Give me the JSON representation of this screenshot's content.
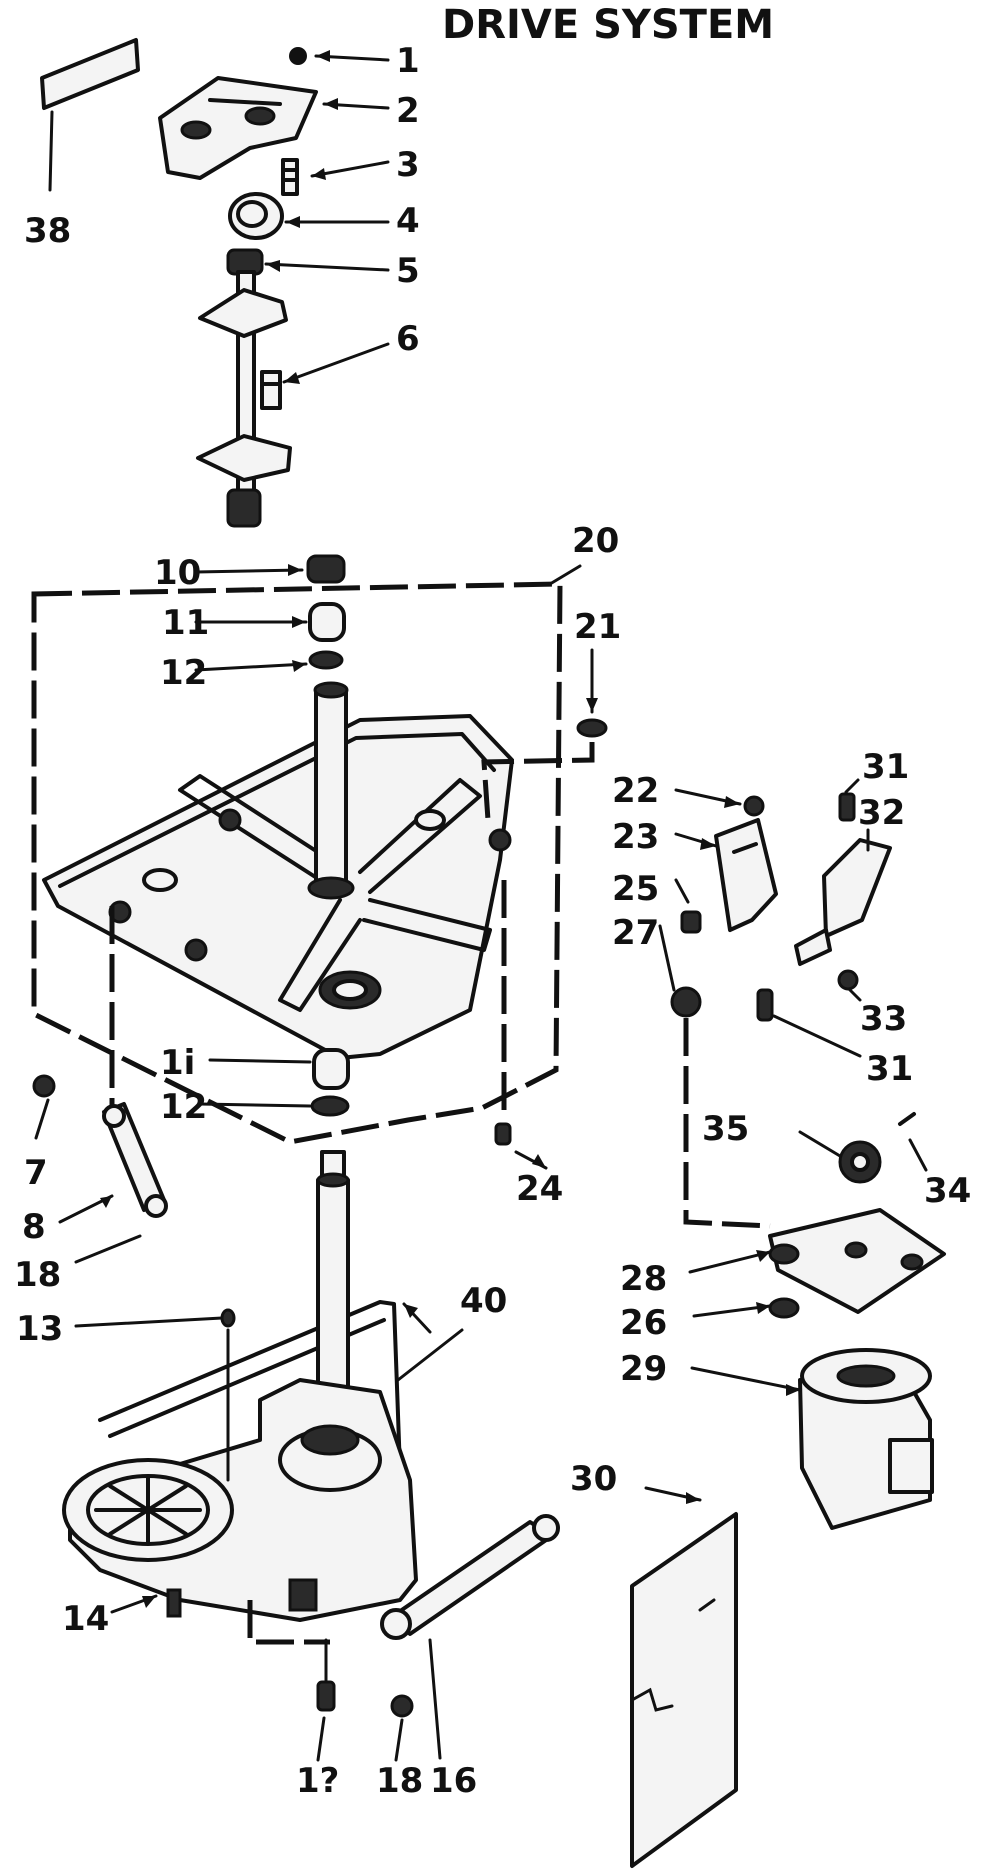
{
  "title": "DRIVE SYSTEM",
  "labels": {
    "p1": "1",
    "p2": "2",
    "p3": "3",
    "p4": "4",
    "p5": "5",
    "p6": "6",
    "p7": "7",
    "p8": "8",
    "p10": "10",
    "p11a": "11",
    "p11b": "1i",
    "p12a": "12",
    "p12b": "12",
    "p12c": "1?",
    "p13": "13",
    "p14": "14",
    "p16": "16",
    "p18a": "18",
    "p18b": "18",
    "p20": "20",
    "p21": "21",
    "p22": "22",
    "p23": "23",
    "p24": "24",
    "p25": "25",
    "p26": "26",
    "p27": "27",
    "p28": "28",
    "p29": "29",
    "p30": "30",
    "p31a": "31",
    "p31b": "31",
    "p32": "32",
    "p33": "33",
    "p34": "34",
    "p35": "35",
    "p38": "38",
    "p40": "40"
  }
}
